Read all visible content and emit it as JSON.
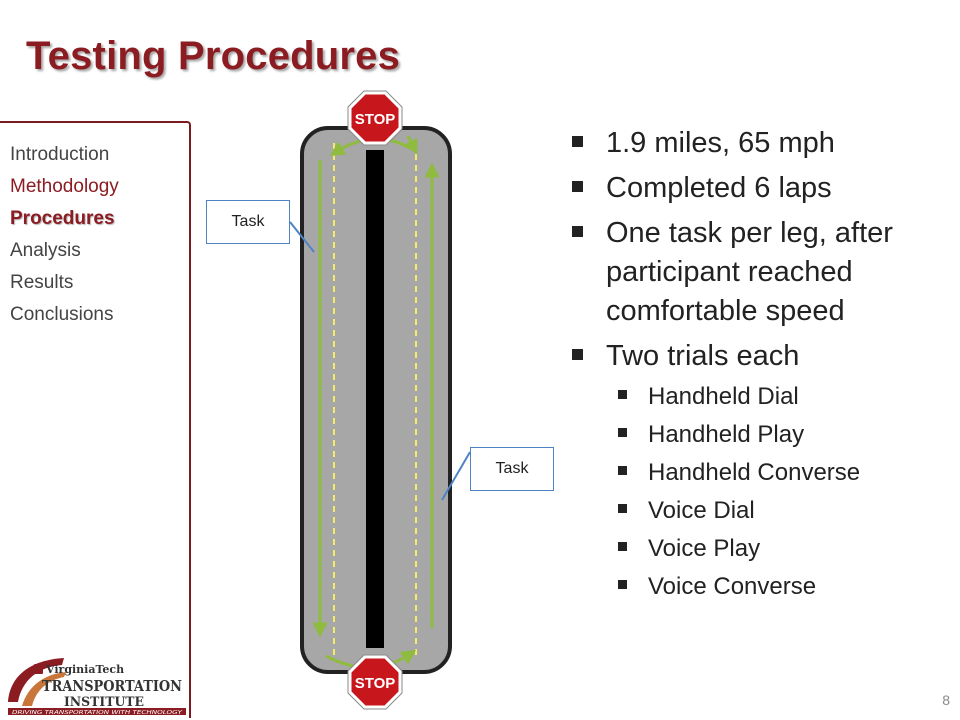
{
  "slide": {
    "title": "Testing Procedures",
    "page_number": "8"
  },
  "nav": {
    "items": [
      "Introduction",
      "Methodology",
      "Procedures",
      "Analysis",
      "Results",
      "Conclusions"
    ]
  },
  "diagram": {
    "stop_sign_top": "STOP",
    "stop_sign_bottom": "STOP",
    "callout_left": "Task",
    "callout_right": "Task"
  },
  "bullets": {
    "b1": "1.9 miles, 65 mph",
    "b2": "Completed 6 laps",
    "b3": "One task per leg, after participant reached comfortable speed",
    "b4": "Two trials each",
    "sub": [
      "Handheld Dial",
      "Handheld Play",
      "Handheld Converse",
      "Voice Dial",
      "Voice Play",
      "Voice Converse"
    ]
  },
  "logo": {
    "line1": "VirginiaTech",
    "line2": "TRANSPORTATION",
    "line3": "INSTITUTE",
    "tagline": "DRIVING TRANSPORTATION WITH TECHNOLOGY"
  },
  "colors": {
    "brand": "#8b1c22",
    "stop_red": "#c8161d",
    "road_gray": "#a7a7a7",
    "arrow_green": "#8fbc3f",
    "lane_yellow": "#f2ec6a",
    "callout_blue": "#4e84c4"
  }
}
